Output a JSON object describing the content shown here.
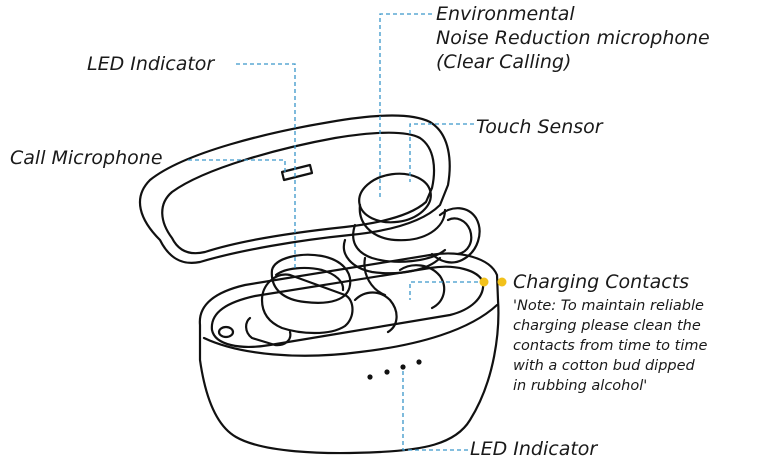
{
  "labels": {
    "env_mic": [
      "Environmental",
      "Noise Reduction microphone",
      "(Clear Calling)"
    ],
    "led_top": "LED Indicator",
    "touch_sensor": "Touch Sensor",
    "call_mic": "Call Microphone",
    "charging_contacts": "Charging Contacts",
    "note": [
      "'Note: To maintain reliable",
      "charging please clean the",
      "contacts from time to time",
      "with a cotton bud dipped",
      "in rubbing alcohol'"
    ],
    "led_bottom": "LED Indicator"
  },
  "colors": {
    "leader_line": "#3a96c9",
    "contact_dot": "#f2c11b",
    "outline": "#111111"
  }
}
